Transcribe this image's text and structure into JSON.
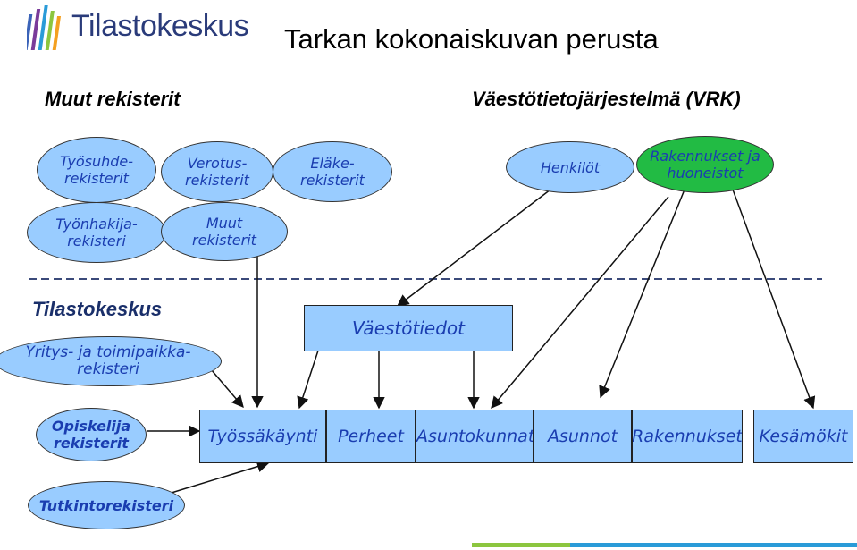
{
  "header": {
    "logo_text": "Tilastokeskus",
    "title": "Tarkan kokonaiskuvan perusta"
  },
  "left_heading": "Muut rekisterit",
  "right_heading": "Väestötietojärjestelmä (VRK)",
  "registers": {
    "tyosuhde": "Työsuhde-\nrekisterit",
    "verotus": "Verotus-\nrekisterit",
    "elake": "Eläke-\nrekisterit",
    "tyonhakija": "Työnhakija-\nrekisteri",
    "muut": "Muut\nrekisterit"
  },
  "vrk": {
    "henkilot": "Henkilöt",
    "rakennukset_huoneistot": "Rakennukset ja\nhuoneistot"
  },
  "tilastokeskus": {
    "label": "Tilastokeskus",
    "yritys": "Yritys- ja toimipaikka-\nrekisteri",
    "opiskelija": "Opiskelija\nrekisterit",
    "tutkinto": "Tutkintorekisteri",
    "vaestotiedot": "Väestötiedot"
  },
  "outputs": [
    "Työssäkäynti",
    "Perheet",
    "Asuntokunnat",
    "Asunnot",
    "Rakennukset",
    "Kesämökit"
  ],
  "colors": {
    "ellipse_fill": "#99ccff",
    "green_fill": "#22bb44",
    "text_blue": "#1a3db0",
    "dashed_line": "#3b4a7a"
  }
}
